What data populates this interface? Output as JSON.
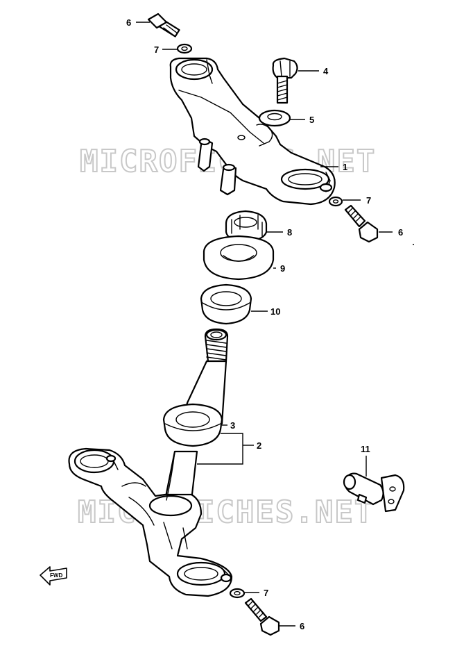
{
  "watermark": "MICROFICHES.NET",
  "forward_label": "FWD",
  "callouts": {
    "c1": "1",
    "c2": "2",
    "c3": "3",
    "c4": "4",
    "c5": "5",
    "c6_top": "6",
    "c7_top": "7",
    "c7_right": "7",
    "c6_right": "6",
    "c8": "8",
    "c9": "9",
    "c10": "10",
    "c11": "11",
    "c7_bottom": "7",
    "c6_bottom": "6"
  }
}
